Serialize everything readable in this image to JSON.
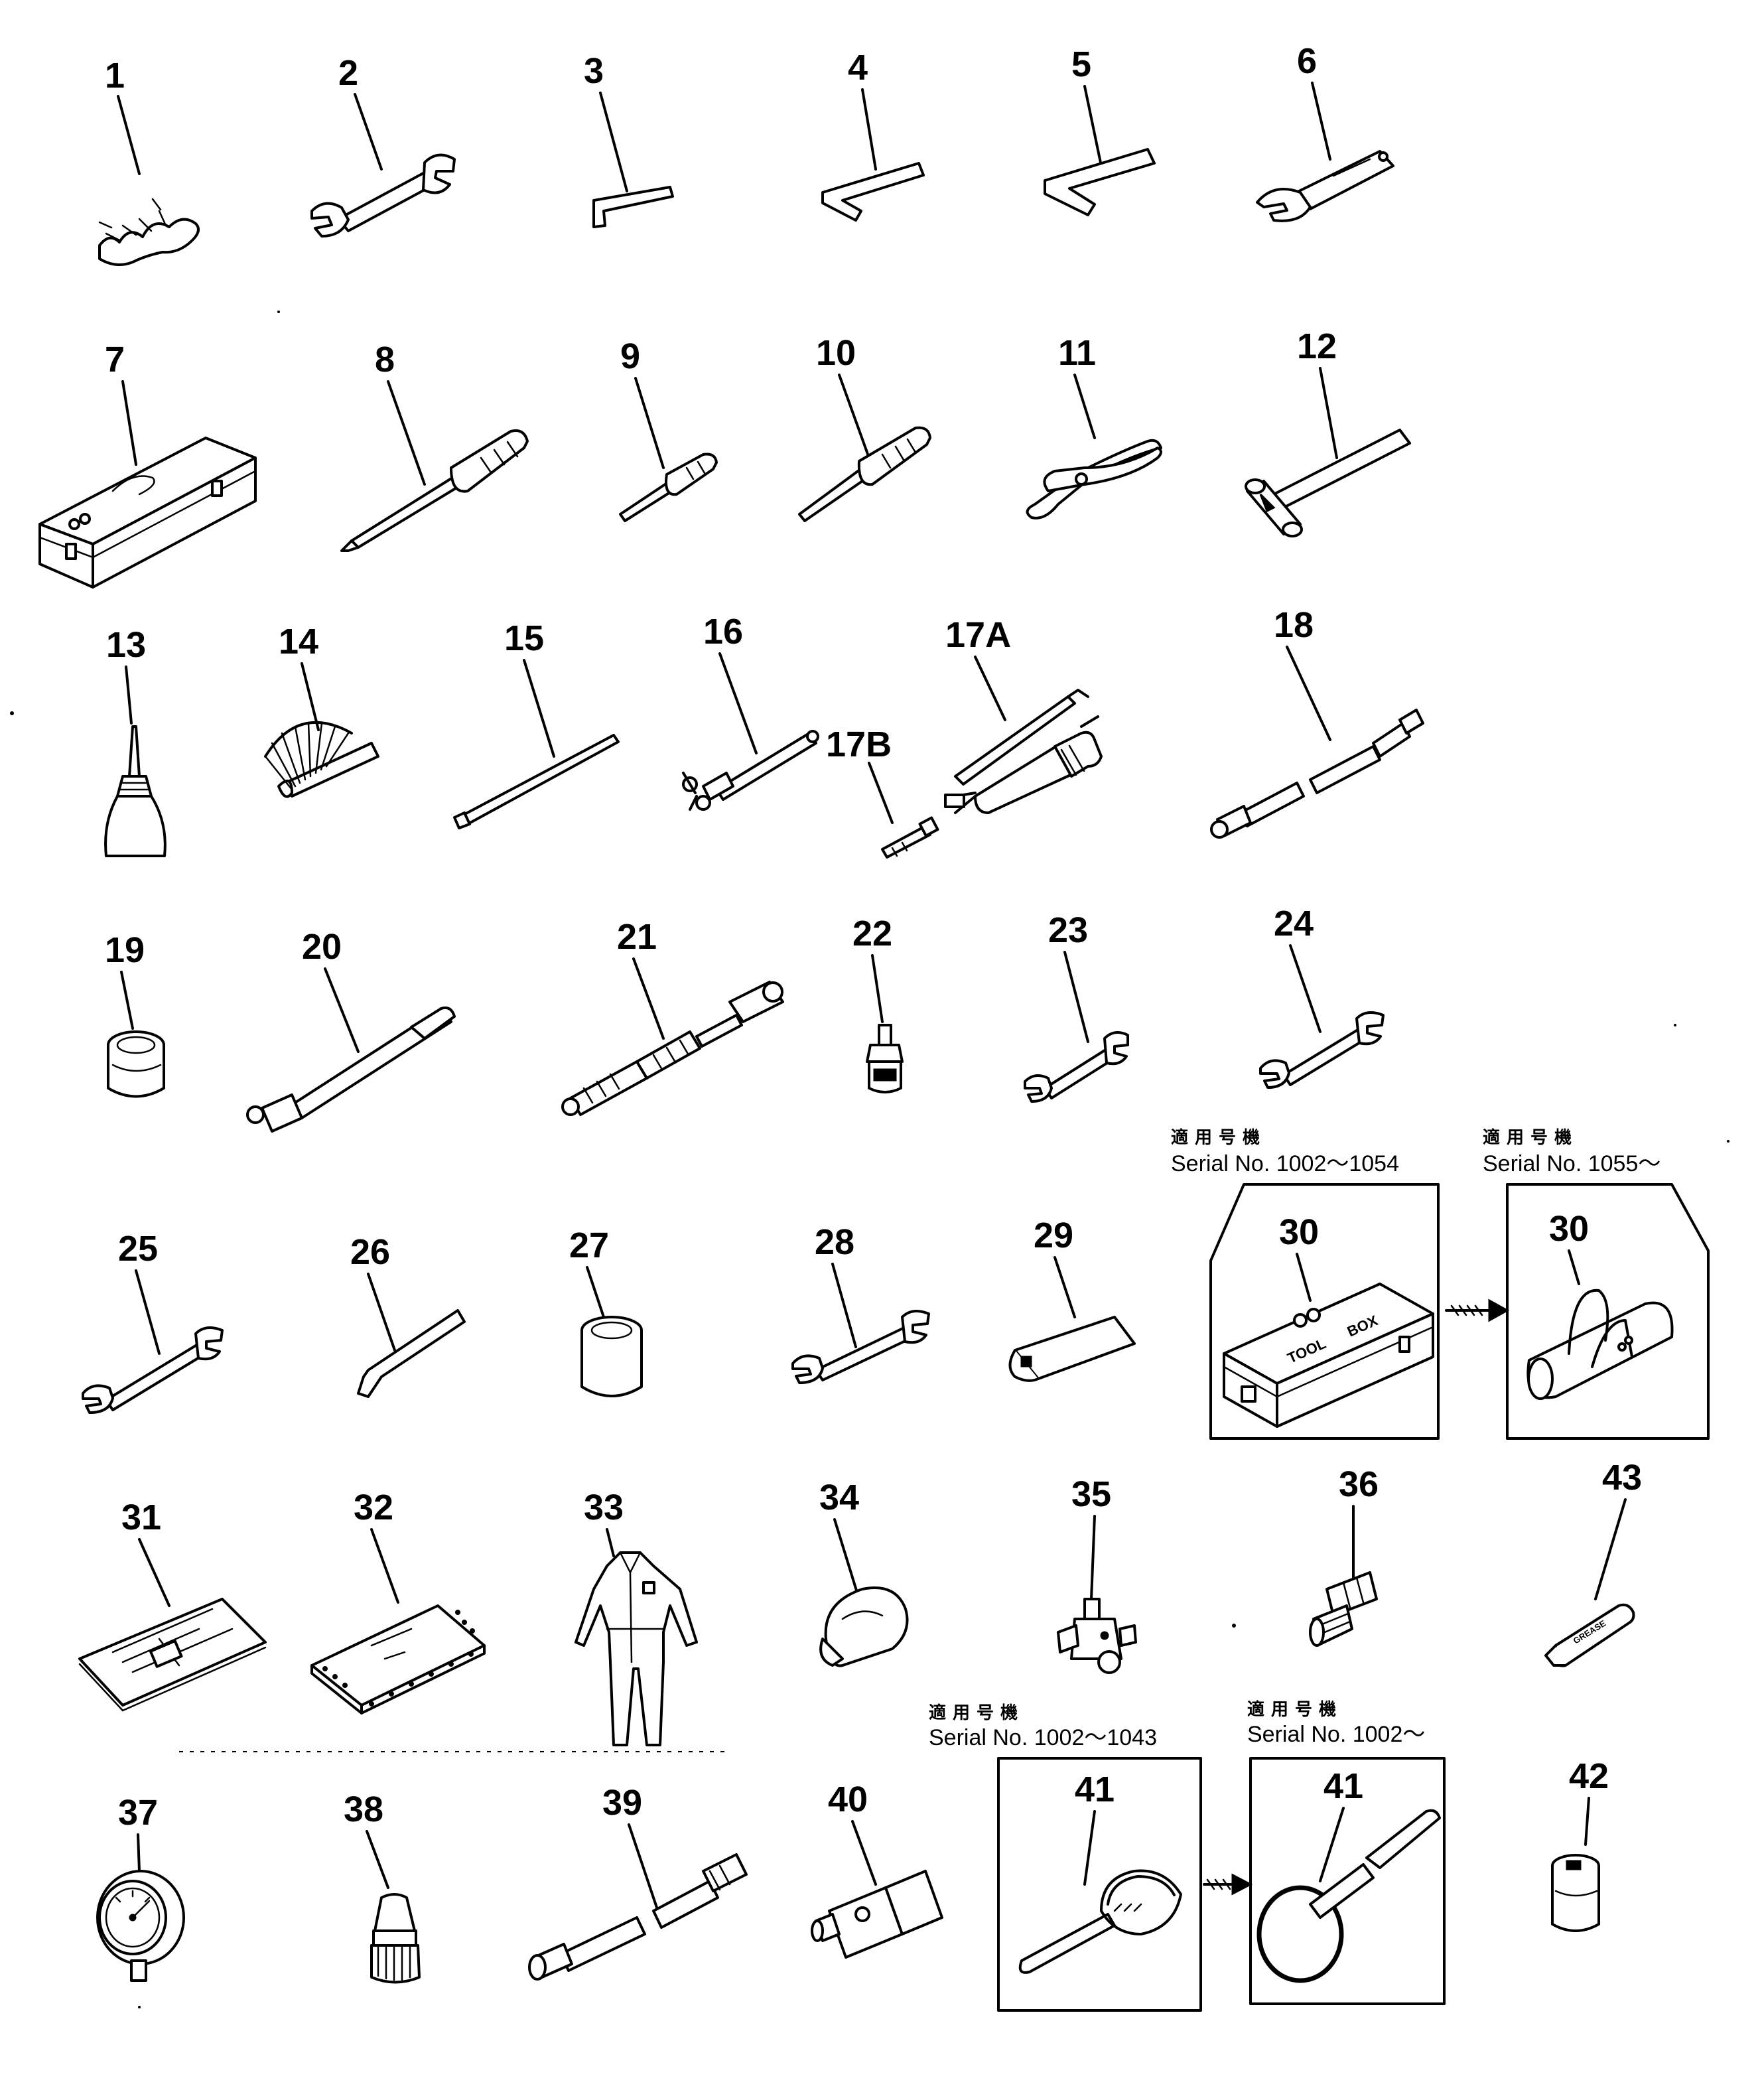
{
  "diagram": {
    "callouts": [
      "1",
      "2",
      "3",
      "4",
      "5",
      "6",
      "7",
      "8",
      "9",
      "10",
      "11",
      "12",
      "13",
      "14",
      "15",
      "16",
      "17A",
      "17B",
      "18",
      "19",
      "20",
      "21",
      "22",
      "23",
      "24",
      "25",
      "26",
      "27",
      "28",
      "29",
      "30",
      "30",
      "31",
      "32",
      "33",
      "34",
      "35",
      "36",
      "43",
      "37",
      "38",
      "39",
      "40",
      "41",
      "41",
      "42"
    ],
    "serial_boxes": [
      {
        "jp": "適用号機",
        "serial": "Serial No.  1002～1054"
      },
      {
        "jp": "適用号機",
        "serial": "Serial No.  1055～"
      },
      {
        "jp": "適用号機",
        "serial": "Serial No.  1002～1043"
      },
      {
        "jp": "適用号機",
        "serial": "Serial No.  1002～"
      }
    ],
    "box_lid_text": [
      "TOOL",
      "BOX"
    ],
    "grease_label": "GREASE"
  }
}
